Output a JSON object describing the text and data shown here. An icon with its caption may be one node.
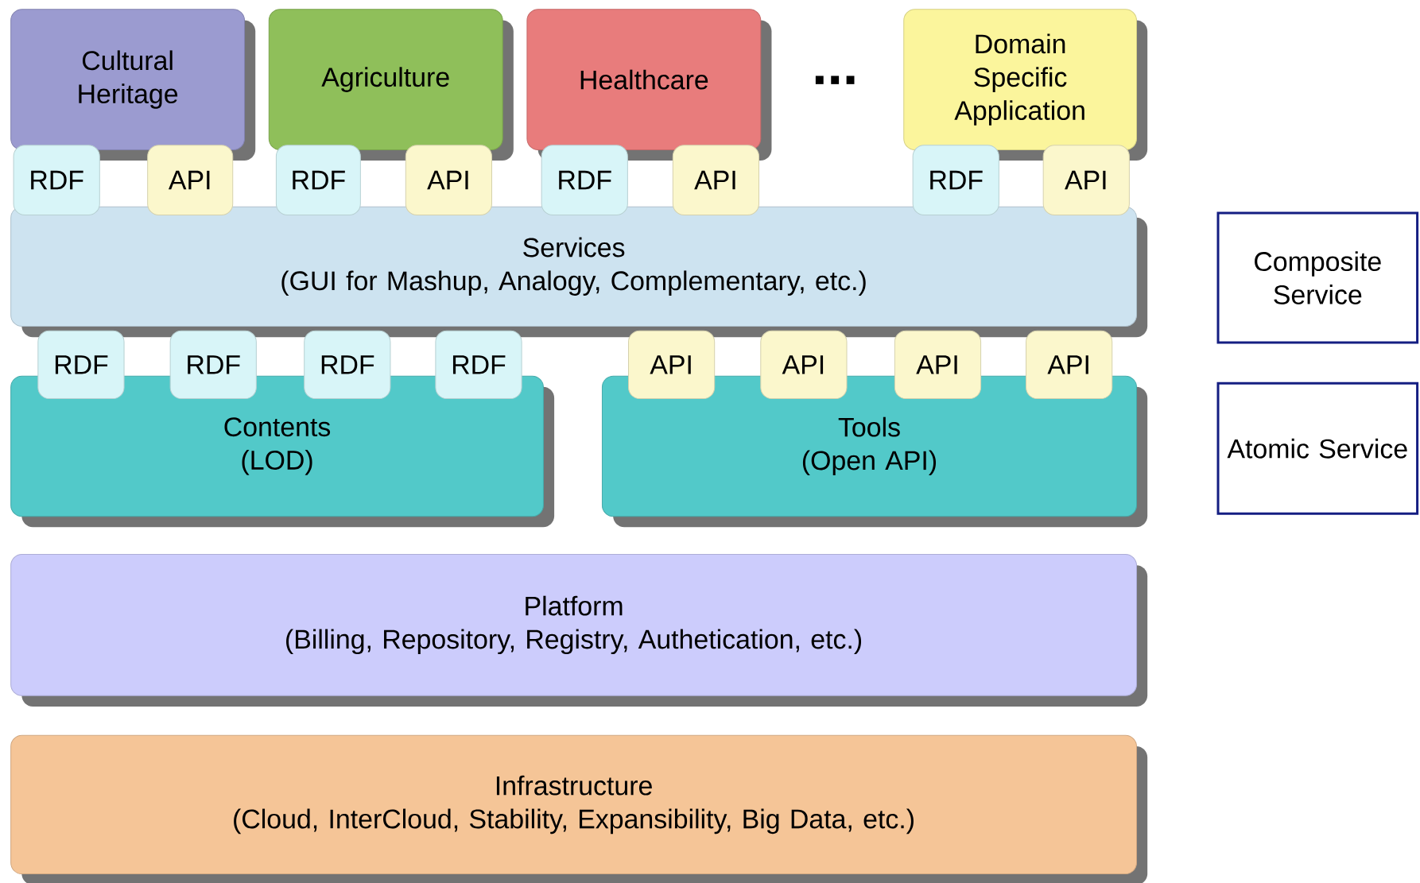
{
  "diagram": {
    "nodes": [
      {
        "text": [
          "Cultural Heritage"
        ]
      },
      {
        "text": [
          "Agriculture"
        ]
      },
      {
        "text": [
          "Healthcare"
        ]
      },
      {
        "text": [
          "Domain Specific Application"
        ]
      },
      {
        "text": [
          "RDF"
        ]
      },
      {
        "text": [
          "API"
        ]
      },
      {
        "text": [
          "RDF"
        ]
      },
      {
        "text": [
          "API"
        ]
      },
      {
        "text": [
          "RDF"
        ]
      },
      {
        "text": [
          "API"
        ]
      },
      {
        "text": [
          "RDF"
        ]
      },
      {
        "text": [
          "API"
        ]
      },
      {
        "text": [
          "Services",
          "(GUI for Mashup, Analogy, Complementary, etc.)"
        ]
      },
      {
        "text": [
          "Composite Service"
        ]
      },
      {
        "text": [
          "RDF"
        ]
      },
      {
        "text": [
          "RDF"
        ]
      },
      {
        "text": [
          "RDF"
        ]
      },
      {
        "text": [
          "RDF"
        ]
      },
      {
        "text": [
          "API"
        ]
      },
      {
        "text": [
          "API"
        ]
      },
      {
        "text": [
          "API"
        ]
      },
      {
        "text": [
          "API"
        ]
      },
      {
        "text": [
          "Contents",
          "(LOD)"
        ]
      },
      {
        "text": [
          "Tools",
          "(Open API)"
        ]
      },
      {
        "text": [
          "Atomic Service"
        ]
      },
      {
        "text": [
          "Platform",
          "(Billing, Repository, Registry, Authetication, etc.)"
        ]
      },
      {
        "text": [
          "Infrastructure",
          "(Cloud, InterCloud, Stability, Expansibility, Big Data, etc.)"
        ]
      }
    ],
    "labels": [
      "..."
    ]
  }
}
